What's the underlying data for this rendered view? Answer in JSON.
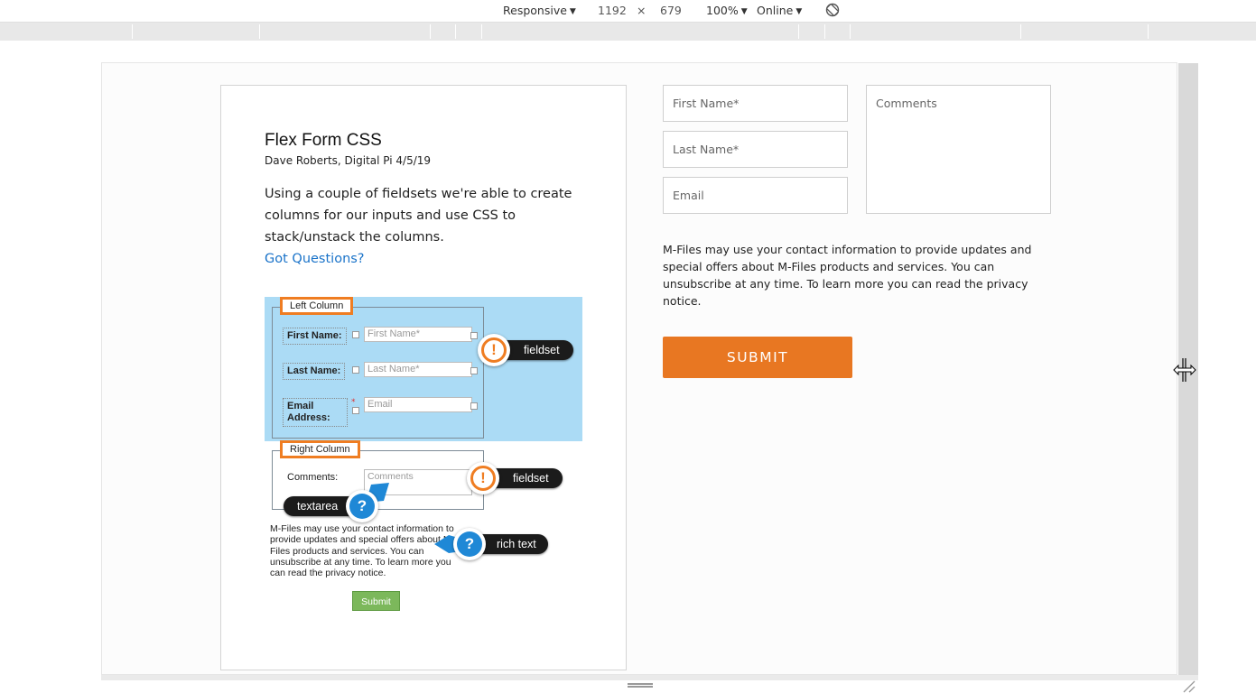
{
  "devtools": {
    "device_mode": "Responsive",
    "width": "1192",
    "times": "×",
    "height": "679",
    "zoom": "100%",
    "network": "Online",
    "icons": [
      "caret-down-icon",
      "rotate-icon",
      "resize-cursor-icon",
      "resize-grip-icon"
    ]
  },
  "card": {
    "title": "Flex Form CSS",
    "byline": "Dave Roberts, Digital Pi 4/5/19",
    "body": "Using a couple of fieldsets we're able to create columns for our inputs and use CSS to stack/unstack the columns.",
    "link": "Got Questions?"
  },
  "diagram": {
    "left_legend": "Left Column",
    "right_legend": "Right Column",
    "first_label": "First Name:",
    "last_label": "Last Name:",
    "email_label": "Email Address:",
    "first_placeholder": "First Name*",
    "last_placeholder": "Last Name*",
    "email_placeholder": "Email",
    "comments_label": "Comments:",
    "comments_placeholder": "Comments",
    "rich_text": "M-Files may use your contact information to provide updates and special offers about M-Files products and services. You can unsubscribe at any time. To learn more you can read the privacy notice.",
    "submit": "Submit",
    "callout_fieldset_1": "fieldset",
    "callout_fieldset_2": "fieldset",
    "callout_textarea": "textarea",
    "callout_rich_text": "rich text",
    "mark_exclaim": "!",
    "mark_question": "?"
  },
  "form": {
    "first_name_placeholder": "First Name*",
    "last_name_placeholder": "Last Name*",
    "email_placeholder": "Email",
    "comments_placeholder": "Comments",
    "notice": "M-Files may use your contact information to provide updates and special offers about M-Files products and services. You can unsubscribe at any time. To learn more you can read the privacy notice.",
    "submit_label": "SUBMIT"
  },
  "colors": {
    "accent_orange": "#e87722",
    "link_blue": "#1a73c9",
    "fieldset_blue": "#abdbf5",
    "diagram_submit_green": "#7cb85b",
    "callout_blue": "#1f88d6"
  }
}
